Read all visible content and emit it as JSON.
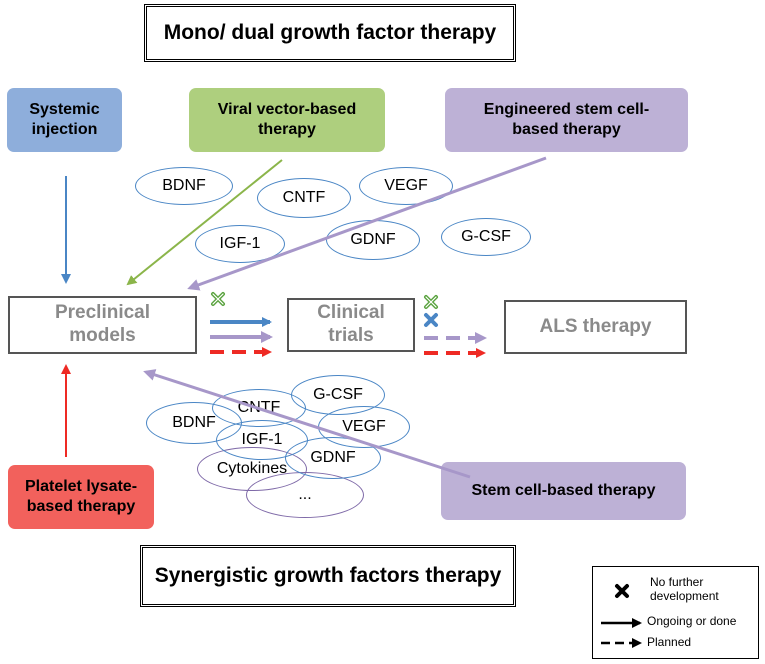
{
  "titles": {
    "top": "Mono/ dual growth factor therapy",
    "bottom": "Synergistic growth factors therapy"
  },
  "categories": {
    "systemic": [
      "Systemic",
      "injection"
    ],
    "viral": [
      "Viral vector-based",
      "therapy"
    ],
    "engineered": [
      "Engineered stem cell-",
      "based therapy"
    ],
    "platelet": [
      "Platelet lysate-",
      "based therapy"
    ],
    "stem_cell": "Stem cell-based therapy"
  },
  "stages": {
    "preclinical": [
      "Preclinical",
      "models"
    ],
    "clinical": [
      "Clinical",
      "trials"
    ],
    "als": "ALS therapy"
  },
  "top_factors": {
    "bdnf": "BDNF",
    "cntf": "CNTF",
    "vegf": "VEGF",
    "igf1": "IGF-1",
    "gdnf": "GDNF",
    "gcsf": "G-CSF"
  },
  "bottom_factors": {
    "gcsf": "G-CSF",
    "cntf": "CNTF",
    "bdnf": "BDNF",
    "vegf": "VEGF",
    "igf1": "IGF-1",
    "gdnf": "GDNF",
    "cytokines": "Cytokines",
    "more": "..."
  },
  "legend": {
    "no_further": [
      "No further",
      "development"
    ],
    "ongoing": "Ongoing or done",
    "planned": "Planned"
  },
  "colors": {
    "systemic": "#8eaedb",
    "viral": "#aecf7e",
    "engineered": "#bdb1d6",
    "platelet": "#f2615c",
    "stem_cell": "#bdb1d6",
    "blue_arrow": "#4a86c5",
    "green_arrow": "#8bb54a",
    "purple_arrow": "#a797c9",
    "red_arrow": "#ee2a24",
    "green_x": "#5aa33f",
    "blue_x": "#4a86c5"
  }
}
